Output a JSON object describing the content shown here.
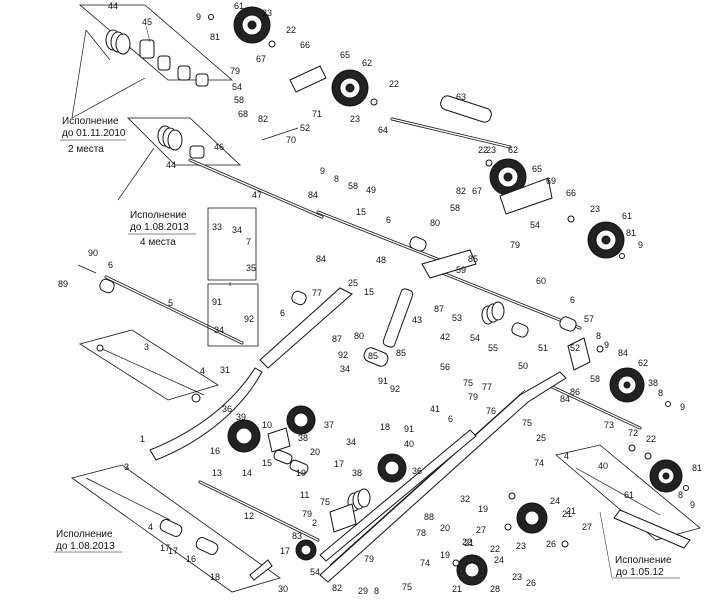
{
  "notes": {
    "note_2010": "Исполнение",
    "note_2010_date": "до 01.11.2010",
    "note_2010_qty": "2 места",
    "note_2013a": "Исполнение",
    "note_2013a_date": "до 1.08.2013",
    "note_2013a_qty": "4 места",
    "note_2013b": "Исполнение",
    "note_2013b_date": "до 1.08.2013",
    "note_2012": "Исполнение",
    "note_2012_date": "до 1.05.12"
  },
  "part_labels": [
    "44",
    "45",
    "9",
    "81",
    "61",
    "23",
    "22",
    "66",
    "67",
    "79",
    "54",
    "58",
    "68",
    "82",
    "71",
    "52",
    "70",
    "65",
    "62",
    "22",
    "23",
    "64",
    "63",
    "46",
    "44",
    "47",
    "9",
    "8",
    "84",
    "58",
    "49",
    "15",
    "82",
    "67",
    "69",
    "58",
    "66",
    "23",
    "61",
    "54",
    "79",
    "81",
    "9",
    "33",
    "34",
    "7",
    "35",
    "6",
    "80",
    "85",
    "90",
    "89",
    "6",
    "5",
    "84",
    "25",
    "77",
    "48",
    "59",
    "60",
    "22",
    "23",
    "62",
    "65",
    "91",
    "92",
    "34",
    "6",
    "15",
    "53",
    "87",
    "43",
    "54",
    "55",
    "6",
    "57",
    "8",
    "9",
    "84",
    "3",
    "4",
    "87",
    "80",
    "42",
    "51",
    "52",
    "58",
    "85",
    "31",
    "92",
    "34",
    "91",
    "92",
    "85",
    "56",
    "75",
    "77",
    "50",
    "84",
    "62",
    "38",
    "8",
    "9",
    "86",
    "79",
    "76",
    "73",
    "72",
    "22",
    "36",
    "39",
    "10",
    "38",
    "37",
    "41",
    "6",
    "34",
    "18",
    "1",
    "16",
    "13",
    "14",
    "15",
    "20",
    "19",
    "17",
    "38",
    "40",
    "11",
    "36",
    "91",
    "74",
    "25",
    "75",
    "3",
    "21",
    "12",
    "75",
    "79",
    "32",
    "19",
    "88",
    "81",
    "40",
    "4",
    "61",
    "8",
    "9",
    "27",
    "26",
    "17",
    "83",
    "2",
    "54",
    "20",
    "22",
    "24",
    "21",
    "23",
    "4",
    "17",
    "16",
    "18",
    "17",
    "30",
    "82",
    "29",
    "8",
    "79",
    "75",
    "74",
    "19",
    "21",
    "22",
    "24",
    "21",
    "23",
    "28",
    "26",
    "27",
    "78",
    "78"
  ],
  "colors": {
    "ink": "#111111",
    "paper": "#ffffff"
  }
}
